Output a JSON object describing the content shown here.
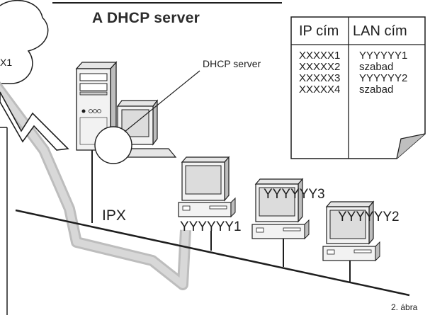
{
  "title": "A DHCP server",
  "server_label": "DHCP server",
  "network_label": "IPX",
  "cloud_label": "X1",
  "caption": "2. ábra",
  "colors": {
    "ink": "#1e1e1e",
    "lan_path": "#c8c8c8",
    "screen": "#dcdcdc"
  },
  "table": {
    "headers": [
      "IP cím",
      "LAN cím"
    ],
    "ip": [
      "XXXXX1",
      "XXXXX2",
      "XXXXX3",
      "XXXXX4"
    ],
    "lan": [
      "YYYYYY1",
      "szabad",
      "YYYYYY2",
      "szabad"
    ]
  },
  "pcs": [
    {
      "label": "YYYYYY1"
    },
    {
      "label": "YYYYYY3"
    },
    {
      "label": "YYYYYY2"
    }
  ]
}
